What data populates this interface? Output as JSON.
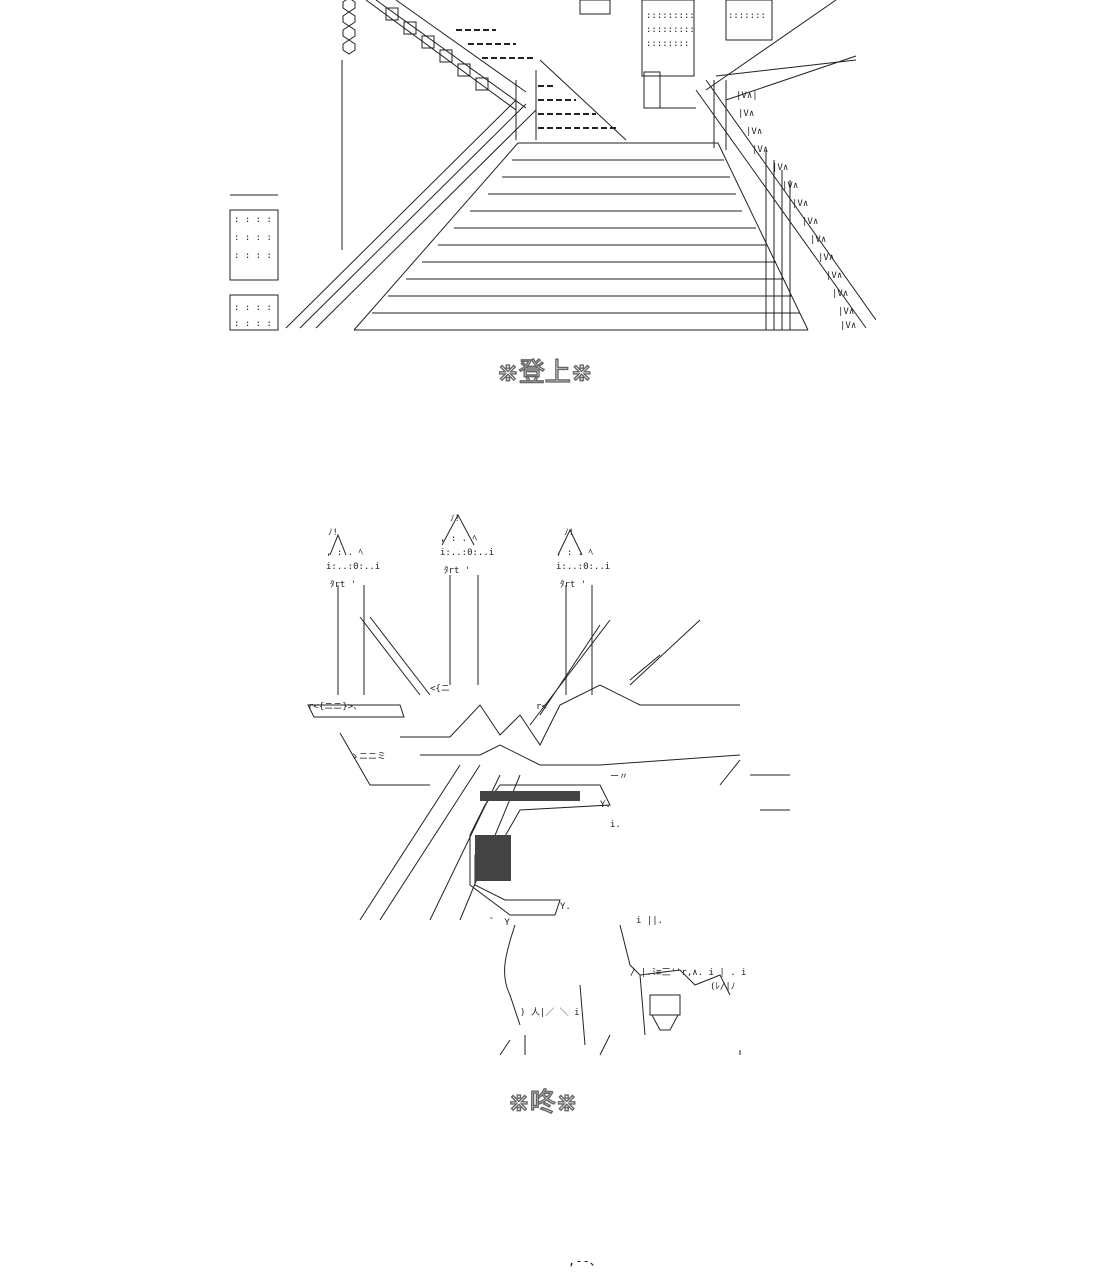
{
  "panels": [
    {
      "name": "staircase-scene",
      "caption": "⋇登上⋇"
    },
    {
      "name": "chandelier-crash-scene",
      "caption": "⋇咚⋇"
    }
  ],
  "trailing_fragment": ",-‐、",
  "colors": {
    "line": "#222222",
    "caption_outline": "#666666",
    "background": "#ffffff"
  }
}
